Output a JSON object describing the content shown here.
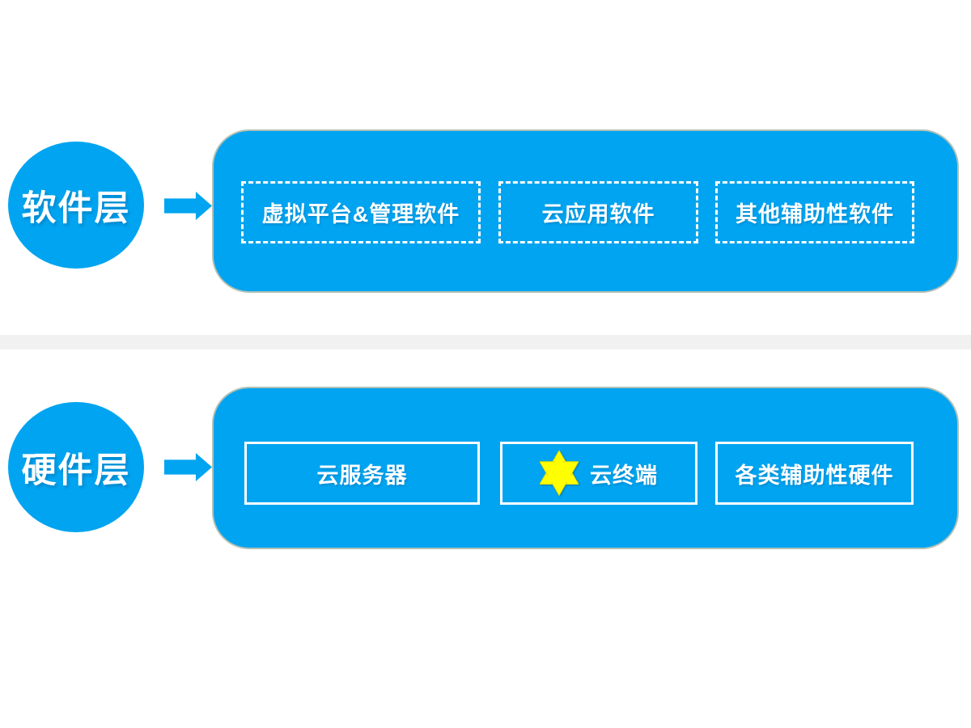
{
  "diagram": {
    "title": "cloud-computing-layers",
    "layers": [
      {
        "id": "software",
        "circle_label": "软件层",
        "box_style": "dashed",
        "items": [
          {
            "label": "虚拟平台&管理软件"
          },
          {
            "label": "云应用软件"
          },
          {
            "label": "其他辅助性软件"
          }
        ]
      },
      {
        "id": "hardware",
        "circle_label": "硬件层",
        "box_style": "solid",
        "items": [
          {
            "label": "云服务器"
          },
          {
            "label": "云终端",
            "icon": "six-pointed-star"
          },
          {
            "label": "各类辅助性硬件"
          }
        ]
      }
    ],
    "colors": {
      "primary_blue": "#00a4f0",
      "panel_border": "#b2c1b6",
      "box_border_white": "#ffffff",
      "star_yellow": "#ffff00",
      "star_edge": "#dede00",
      "divider_gray": "#f1f1f1",
      "text_white": "#ffffff",
      "background": "#ffffff"
    }
  }
}
